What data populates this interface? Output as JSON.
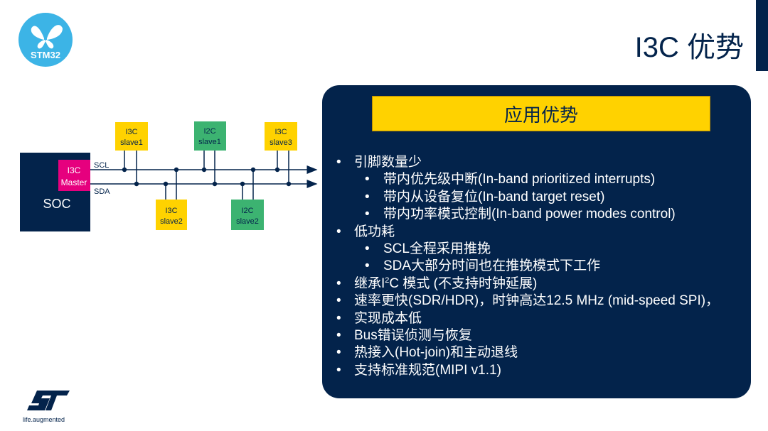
{
  "logo": {
    "text": "STM32",
    "icon": "butterfly-icon"
  },
  "title": "I3C 优势",
  "diagram": {
    "soc_label": "SOC",
    "master_line1": "I3C",
    "master_line2": "Master",
    "scl": "SCL",
    "sda": "SDA",
    "devices": [
      {
        "line1": "I3C",
        "line2": "slave1",
        "type": "I3C"
      },
      {
        "line1": "I2C",
        "line2": "slave1",
        "type": "I2C"
      },
      {
        "line1": "I3C",
        "line2": "slave3",
        "type": "I3C"
      },
      {
        "line1": "I3C",
        "line2": "slave2",
        "type": "I3C"
      },
      {
        "line1": "I2C",
        "line2": "slave2",
        "type": "I2C"
      }
    ]
  },
  "panel": {
    "heading": "应用优势",
    "items": [
      {
        "text": "引脚数量少",
        "level": 1
      },
      {
        "text": "带内优先级中断(In-band prioritized interrupts)",
        "level": 2
      },
      {
        "text": "带内从设备复位(In-band target reset)",
        "level": 2
      },
      {
        "text": "带内功率模式控制(In-band power modes control)",
        "level": 2
      },
      {
        "text": "低功耗",
        "level": 1
      },
      {
        "text": "SCL全程采用推挽",
        "level": 2
      },
      {
        "text": "SDA大部分时间也在推挽模式下工作",
        "level": 2
      },
      {
        "text_pre": "继承I",
        "sup": "2",
        "text_post": "C 模式 (不支持时钟延展)",
        "level": 1
      },
      {
        "text": "速率更快(SDR/HDR)，时钟高达12.5 MHz (mid-speed SPI)，",
        "level": 1
      },
      {
        "text": "实现成本低",
        "level": 1
      },
      {
        "text": "Bus错误侦测与恢复",
        "level": 1
      },
      {
        "text": "热接入(Hot-join)和主动退线",
        "level": 1
      },
      {
        "text": "支持标准规范(MIPI v1.1)",
        "level": 1
      }
    ]
  },
  "footer": {
    "logo_icon": "st-logo-icon",
    "tagline": "life.augmented"
  },
  "colors": {
    "navy": "#03234b",
    "yellow": "#ffd200",
    "green": "#3cb371",
    "magenta": "#e6007e",
    "cyan": "#3cb4e6"
  }
}
